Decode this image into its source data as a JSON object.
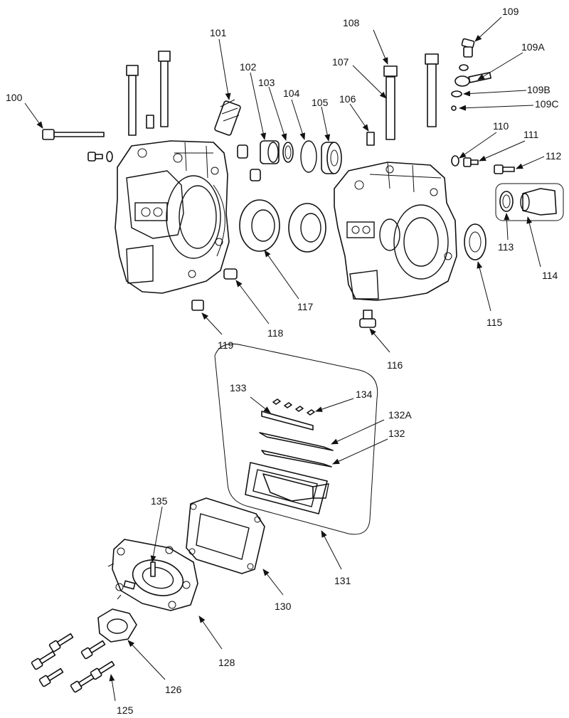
{
  "labels": {
    "100": "100",
    "101": "101",
    "102": "102",
    "103": "103",
    "104": "104",
    "105": "105",
    "106": "106",
    "107": "107",
    "108": "108",
    "109": "109",
    "109A": "109A",
    "109B": "109B",
    "109C": "109C",
    "110": "110",
    "111": "111",
    "112": "112",
    "113": "113",
    "114": "114",
    "115": "115",
    "116": "116",
    "117": "117",
    "118": "118",
    "119": "119",
    "125": "125",
    "126": "126",
    "128": "128",
    "130": "130",
    "131": "131",
    "132": "132",
    "132A": "132A",
    "133": "133",
    "134": "134",
    "135": "135"
  }
}
